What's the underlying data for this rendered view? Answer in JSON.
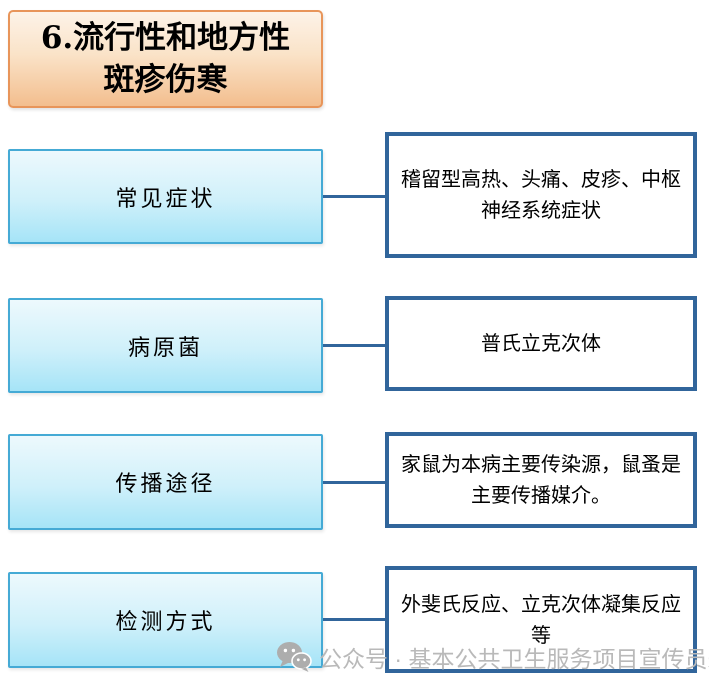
{
  "title": {
    "line1": "6.流行性和地方性",
    "line2": "斑疹伤寒"
  },
  "rows": [
    {
      "label": "常见症状",
      "detail": "稽留型高热、头痛、皮疹、中枢神经系统症状"
    },
    {
      "label": "病原菌",
      "detail": "普氏立克次体"
    },
    {
      "label": "传播途径",
      "detail": "家鼠为本病主要传染源，鼠蚤是主要传播媒介。"
    },
    {
      "label": "检测方式",
      "detail": "外斐氏反应、立克次体凝集反应等"
    }
  ],
  "watermark": {
    "icon": "wechat-icon",
    "text": "公众号 · 基本公共卫生服务项目宣传员朱医"
  },
  "colors": {
    "title_border": "#E8955A",
    "title_gradient_top": "#FDF3E8",
    "title_gradient_bottom": "#F3BE8E",
    "label_border": "#45AAD5",
    "label_gradient_top": "#EDF9FD",
    "label_gradient_bottom": "#A6E4F7",
    "detail_border": "#31659B",
    "connector": "#31659B",
    "watermark_gray": "#B9B9B9",
    "text": "#000000",
    "background": "#FFFFFF"
  }
}
